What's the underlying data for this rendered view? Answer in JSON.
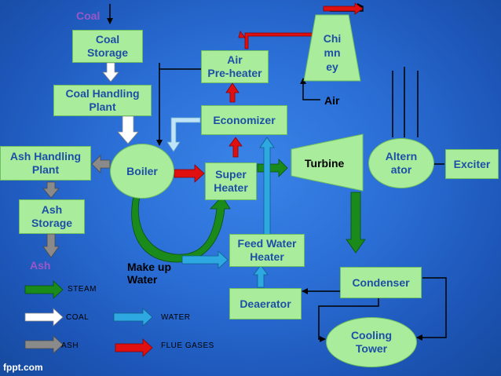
{
  "diagram": {
    "nodes": {
      "coal_storage": "Coal\nStorage",
      "coal_handling": "Coal Handling\nPlant",
      "boiler": "Boiler",
      "ash_handling": "Ash Handling\nPlant",
      "ash_storage": "Ash\nStorage",
      "air_preheater": "Air\nPre-heater",
      "economizer": "Economizer",
      "chimney": "Chi\nmn\ney",
      "super_heater": "Super\nHeater",
      "turbine": "Turbine",
      "alternator": "Altern\nator",
      "exciter": "Exciter",
      "feed_water_heater": "Feed Water\nHeater",
      "condenser": "Condenser",
      "deaerator": "Deaerator",
      "cooling_tower": "Cooling\nTower"
    },
    "labels": {
      "coal": "Coal",
      "ash": "Ash",
      "air": "Air",
      "make_up_water": "Make up\nWater"
    },
    "legend": [
      {
        "label": "STEAM",
        "color": "#1a8a1a"
      },
      {
        "label": "COAL",
        "color": "#ffffff"
      },
      {
        "label": "ASH",
        "color": "#8a8a8a"
      },
      {
        "label": "WATER",
        "color": "#2ea8e0"
      },
      {
        "label": "FLUE GASES",
        "color": "#e01010"
      }
    ],
    "watermark": "fppt.com"
  }
}
